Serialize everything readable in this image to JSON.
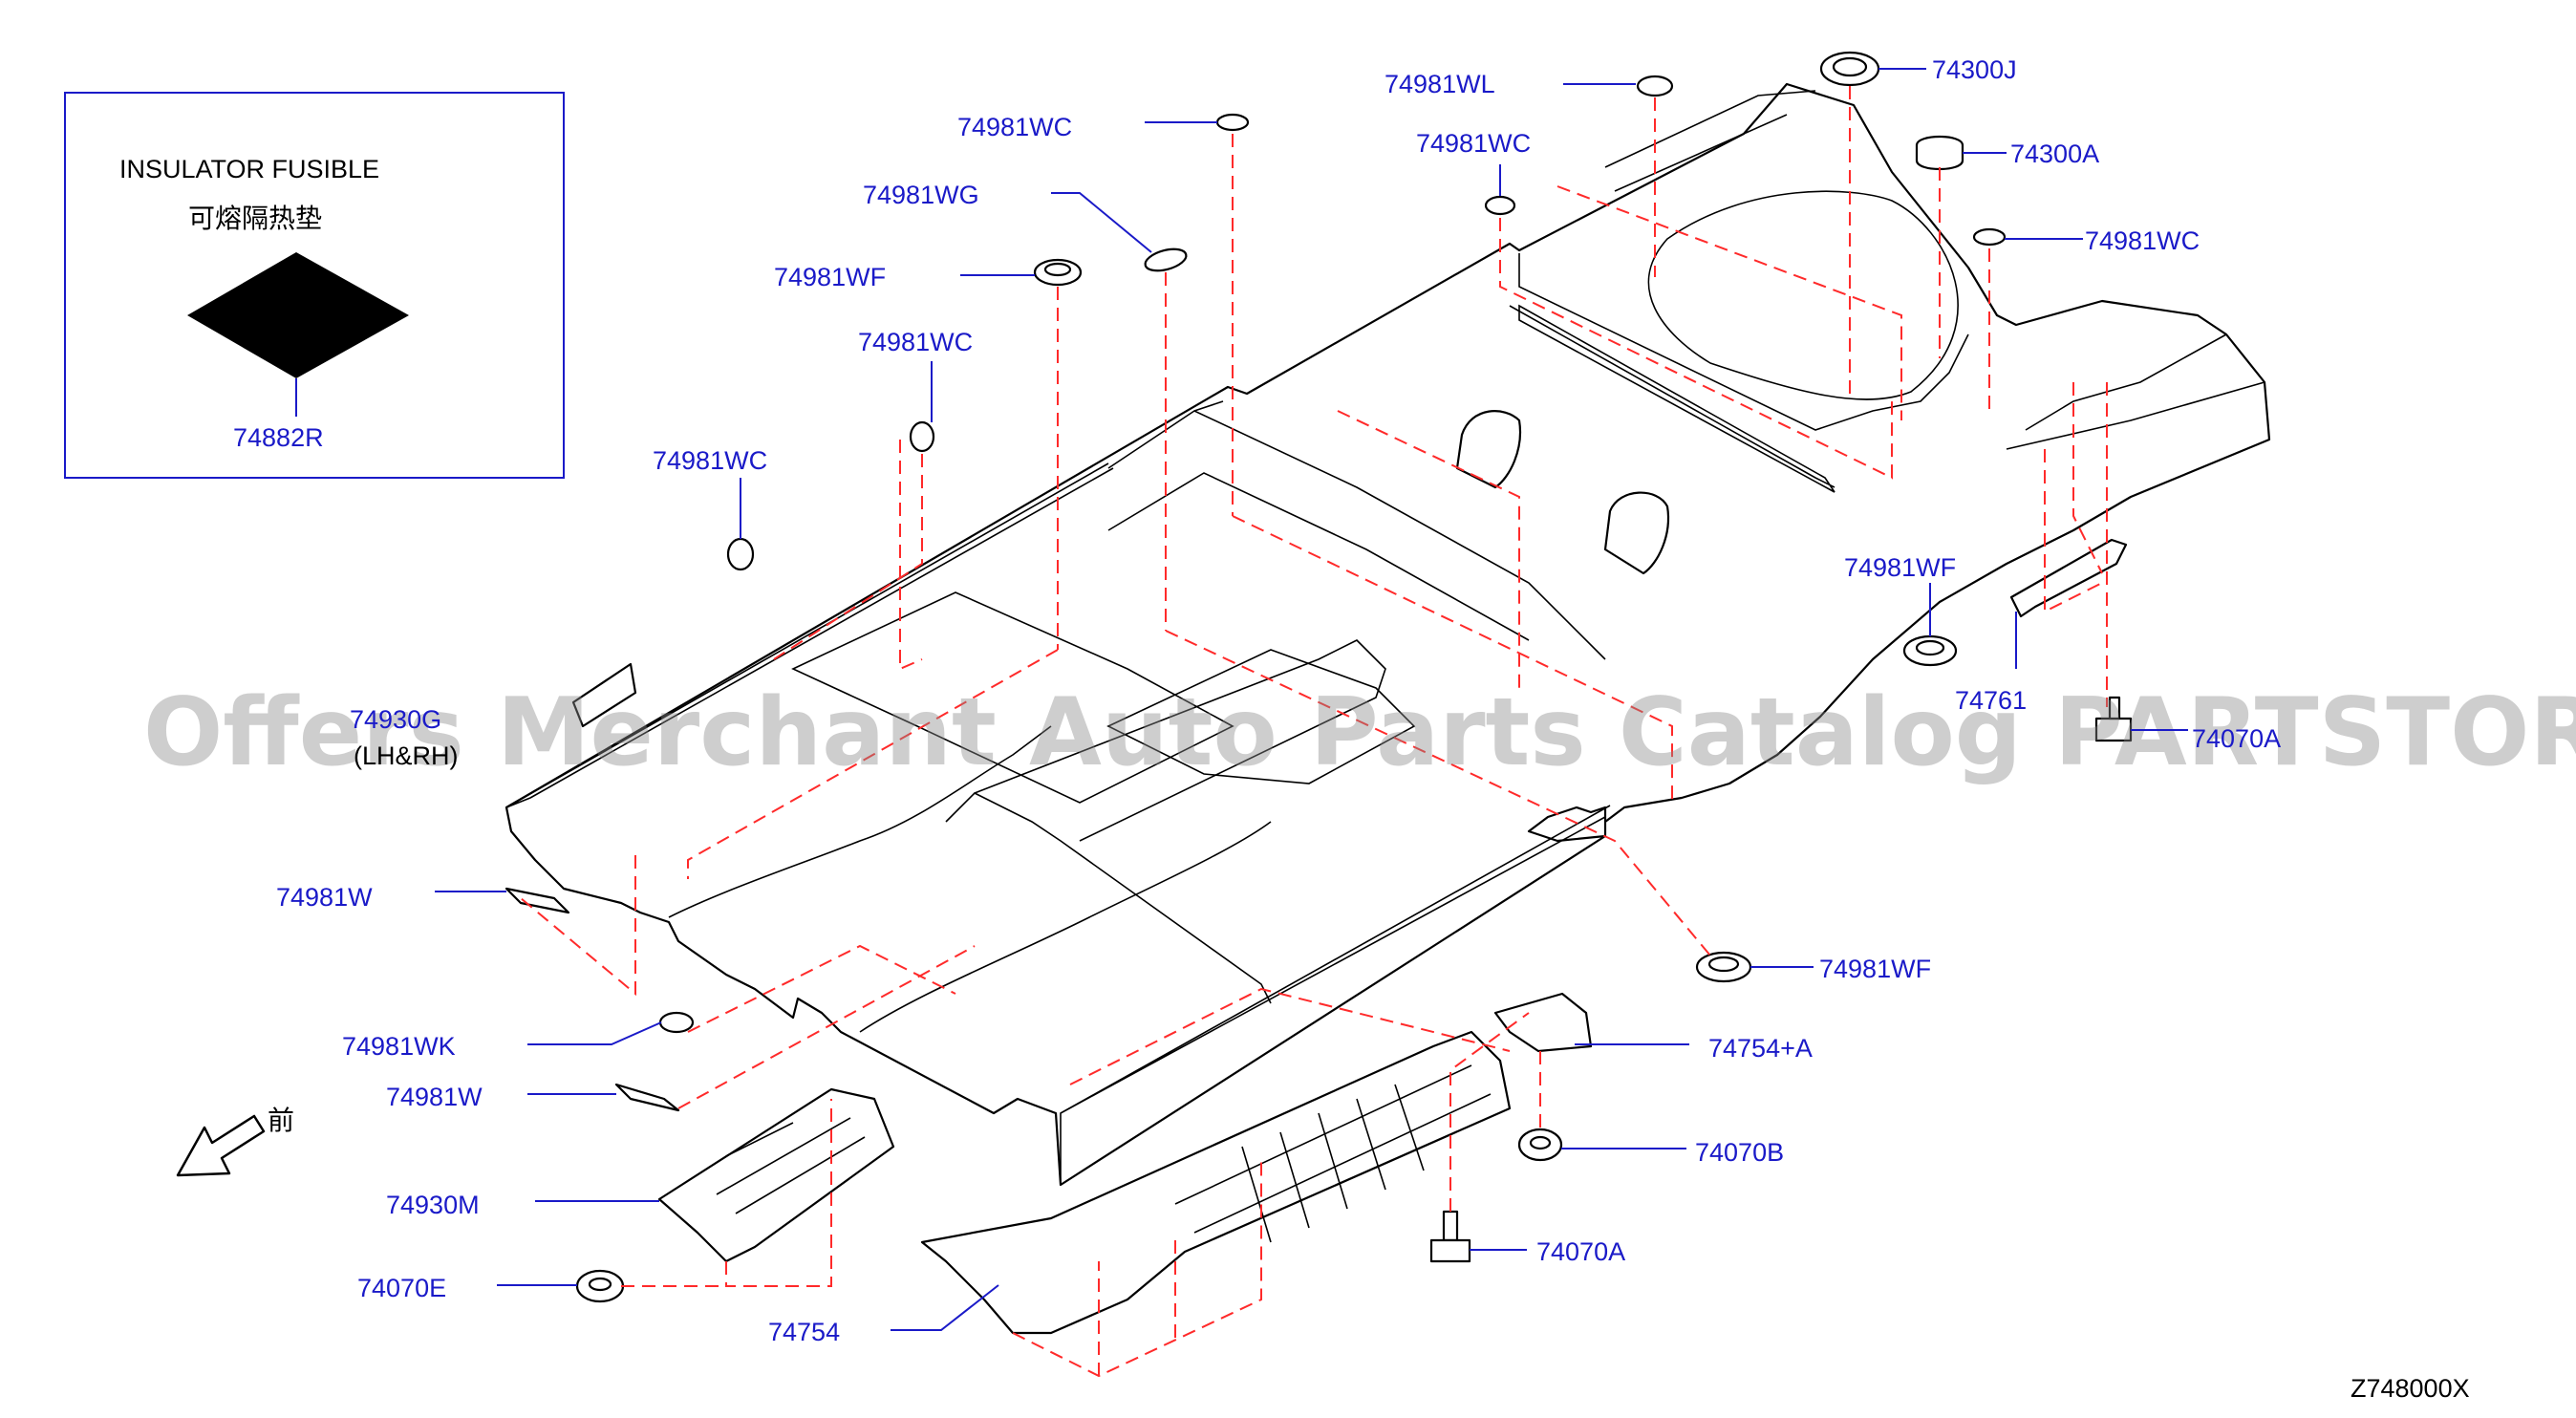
{
  "inset": {
    "title": "INSULATOR   FUSIBLE",
    "title_cn": "可熔隔热垫",
    "part": "74882R"
  },
  "labels": {
    "l74981WL": "74981WL",
    "l74300J": "74300J",
    "l74300A": "74300A",
    "l74981WC_top": "74981WC",
    "l74981WC_mid": "74981WC",
    "l74981WC_right": "74981WC",
    "l74981WG": "74981WG",
    "l74981WF_left": "74981WF",
    "l74981WC_a": "74981WC",
    "l74981WC_b": "74981WC",
    "l74981WF_right": "74981WF",
    "l74930G": "74930G",
    "l74930G_sub": "(LH&RH)",
    "l74761": "74761",
    "l74070A_right": "74070A",
    "l74981W_top": "74981W",
    "l74981WF_low": "74981WF",
    "l74754A": "74754+A",
    "l74981WK": "74981WK",
    "l74981W_low": "74981W",
    "l74070B": "74070B",
    "l74930M": "74930M",
    "l74070A_low": "74070A",
    "l74070E": "74070E",
    "l74754": "74754",
    "front_cn": "前",
    "code": "Z748000X"
  },
  "watermark": "Offers Merchant Auto Parts Catalog PARTSTORE.SA",
  "colors": {
    "label": "#1a1ac8",
    "dashed_lines": "#ff2a2a",
    "outline": "#000000",
    "watermark": "#8a8a8a"
  }
}
